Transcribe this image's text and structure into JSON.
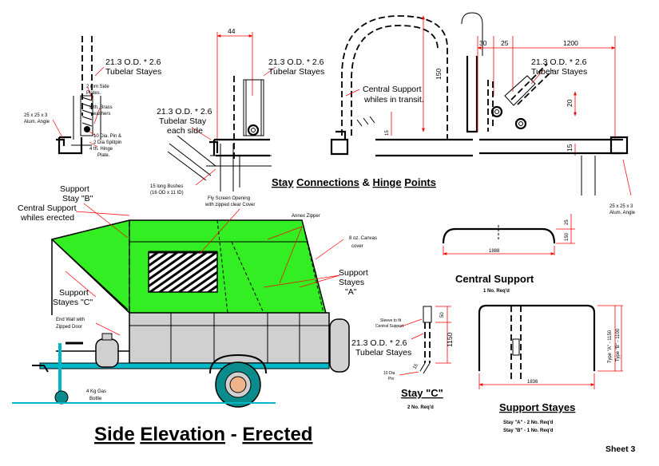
{
  "sheet": "Sheet 3",
  "colors": {
    "canvas": "#33ee22",
    "dimension": "#ff0000",
    "body": "#d0d0d0",
    "chassis": "#00b7c7",
    "wheel": "#0a8c8c",
    "hub": "#f0b48a"
  },
  "stay_connections": {
    "title_words": [
      "Stay",
      "Connections",
      "&",
      "Hinge",
      "Points"
    ],
    "labels": {
      "tube_1": [
        "21.3 O.D. * 2.6",
        "Tubelar Stayes"
      ],
      "side_plates": [
        "2 mm Side",
        "Plates."
      ],
      "brass": [
        "2 th. Brass",
        "washers"
      ],
      "angle_25": [
        "25 x 25 x 3",
        "Alum. Angle"
      ],
      "pin": [
        "10 Dia. Pin &",
        "2 Dia Splitpin"
      ],
      "hinge_plate": [
        "4 th. Hinge",
        "Plate."
      ],
      "tube_2": [
        "21.3 O.D. * 2.6",
        "Tubelar Stayes"
      ],
      "tube_each": [
        "21.3 O.D. * 2.6",
        "Tubelar Stay",
        "each side"
      ],
      "bushes": [
        "15 long Bushes",
        "(16 OD x 11 ID)"
      ],
      "central_transit": [
        "Central Support",
        "whiles in transit."
      ],
      "tube_3": [
        "21.3 O.D. * 2.6",
        "Tubelar Stayes"
      ],
      "angle_right": [
        "25 x 25 x 3",
        "Alum. Angle"
      ]
    },
    "dims": {
      "d44": "44",
      "d150": "150",
      "d15a": "15",
      "d30": "30",
      "d25": "25",
      "d1200": "1200",
      "d20": "20",
      "d15b": "15"
    }
  },
  "elevation": {
    "title_words": [
      "Side",
      "Elevation",
      "-",
      "Erected"
    ],
    "labels": {
      "stay_b": [
        "Support",
        "Stay \"B\""
      ],
      "central_erected": [
        "Central Support",
        "whiles erected"
      ],
      "fly_screen": [
        "Fly Screen Opening",
        "with zipped clear Cover"
      ],
      "annex": [
        "Annex Zipper"
      ],
      "canvas": [
        "8 oz. Canvas",
        "cover"
      ],
      "stayes_a": [
        "Support",
        "Stayes",
        "\"A\""
      ],
      "stayes_c": [
        "Support",
        "Stayes \"C\""
      ],
      "end_wall": [
        "End Wall with",
        "Zipped Door"
      ],
      "gas": [
        "4 Kg Gas",
        "Bottle"
      ]
    }
  },
  "central_support": {
    "title": "Central Support",
    "req": "1 No. Req'd",
    "dim_w": "1888",
    "dim_25": "25",
    "dim_150": "150"
  },
  "stay_c": {
    "title": "Stay \"C\"",
    "req": "2 No. Req'd",
    "sleeve": [
      "Sleeve to fit",
      "Central Support"
    ],
    "tube": [
      "21.3 O.D. * 2.6",
      "Tubelar Stayes"
    ],
    "pin": [
      "10 Dia",
      "Pin"
    ],
    "dim_50": "50",
    "dim_1150": "1150",
    "dim_15": "15"
  },
  "support_stayes": {
    "title": "Support Stayes",
    "req_a": "Stay \"A\" - 2 No. Req'd",
    "req_b": "Stay \"B\" - 1 No. Req'd",
    "dim_w": "1836",
    "type_a": "Type \"A\" - 1150",
    "type_b": "Type \"B\" - 1100"
  }
}
